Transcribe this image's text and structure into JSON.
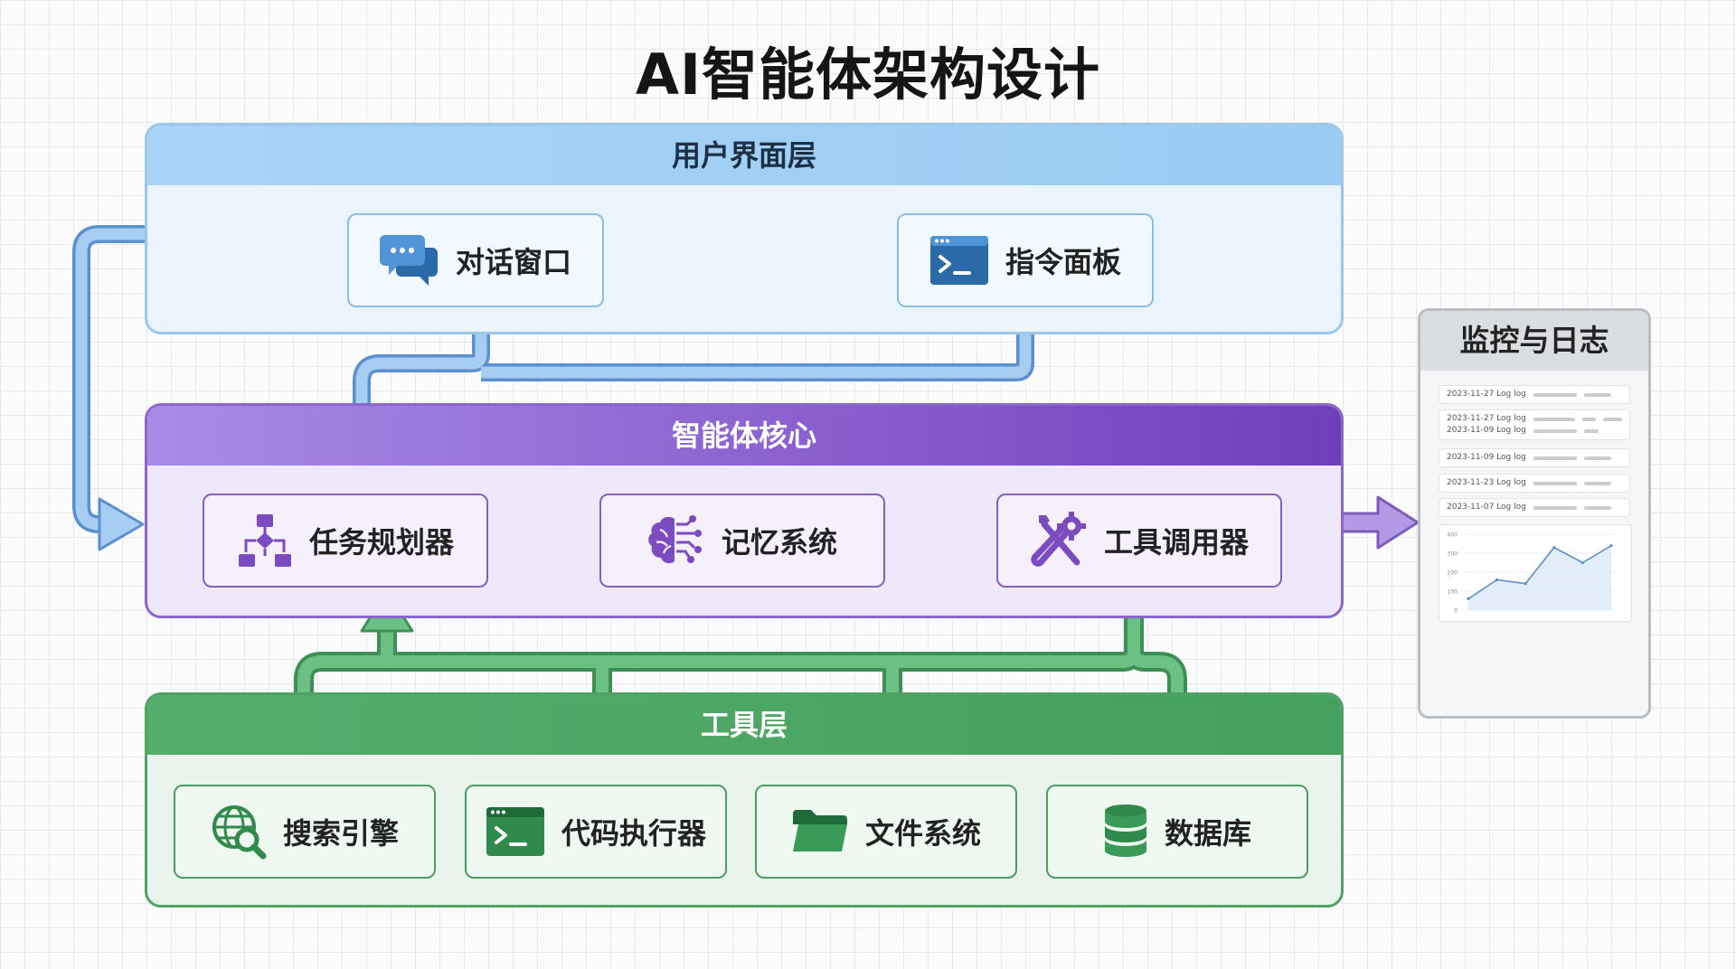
{
  "title": "AI智能体架构设计",
  "colors": {
    "ui_layer": "#9cc6ea",
    "core_layer": "#7c4dc4",
    "tool_layer": "#44a05d",
    "monitor": "#b9bdc4"
  },
  "layers": {
    "ui": {
      "label": "用户界面层",
      "nodes": [
        {
          "label": "对话窗口",
          "icon": "chat-bubbles-icon"
        },
        {
          "label": "指令面板",
          "icon": "terminal-icon"
        }
      ]
    },
    "core": {
      "label": "智能体核心",
      "nodes": [
        {
          "label": "任务规划器",
          "icon": "flowchart-icon"
        },
        {
          "label": "记忆系统",
          "icon": "brain-circuit-icon"
        },
        {
          "label": "工具调用器",
          "icon": "tools-icon"
        }
      ]
    },
    "tools": {
      "label": "工具层",
      "nodes": [
        {
          "label": "搜索引擎",
          "icon": "globe-search-icon"
        },
        {
          "label": "代码执行器",
          "icon": "terminal-icon"
        },
        {
          "label": "文件系统",
          "icon": "folder-icon"
        },
        {
          "label": "数据库",
          "icon": "database-icon"
        }
      ]
    }
  },
  "monitor": {
    "label": "监控与日志",
    "logs": [
      [
        "2023-11-27 Log log"
      ],
      [
        "2023-11-27 Log log",
        "2023-11-09 Log log"
      ],
      [
        "2023-11-09 Log log"
      ],
      [
        "2023-11-23 Log log"
      ],
      [
        "2023-11-07 Log log"
      ]
    ],
    "chart": {
      "y_ticks": [
        "400",
        "300",
        "200",
        "100",
        "0"
      ],
      "values": [
        60,
        160,
        140,
        330,
        250,
        340
      ]
    }
  }
}
